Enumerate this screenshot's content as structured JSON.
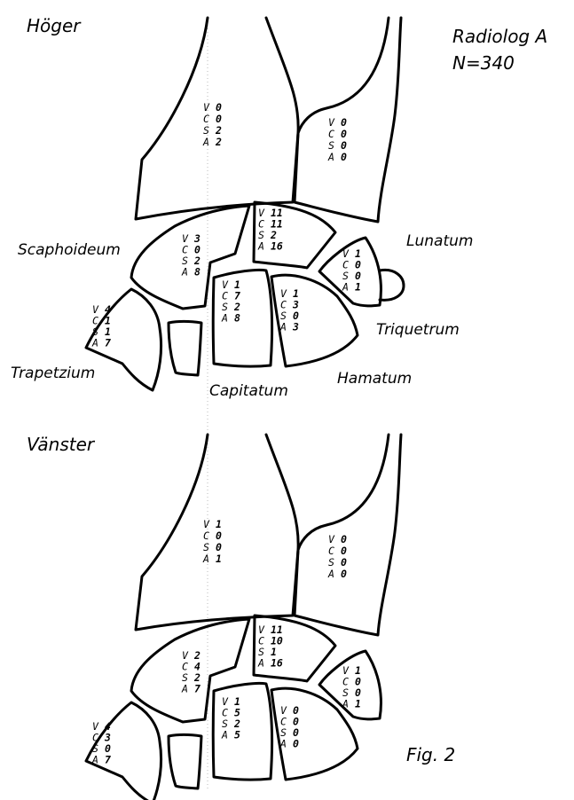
{
  "header": {
    "author": "Radiolog A",
    "sample": "N=340"
  },
  "footer": {
    "figure_label": "Fig. 2"
  },
  "sides": [
    {
      "title": "Höger",
      "bones": [
        {
          "id": "radius",
          "label": "",
          "v": "0",
          "c": "0",
          "s": "2",
          "a": "2"
        },
        {
          "id": "ulna",
          "label": "",
          "v": "0",
          "c": "0",
          "s": "0",
          "a": "0"
        },
        {
          "id": "lunatum",
          "label": "Lunatum",
          "v": "11",
          "c": "11",
          "s": "2",
          "a": "16"
        },
        {
          "id": "scaphoideum",
          "label": "Scaphoideum",
          "v": "3",
          "c": "0",
          "s": "2",
          "a": "8"
        },
        {
          "id": "triquetrum",
          "label": "Triquetrum",
          "v": "1",
          "c": "0",
          "s": "0",
          "a": "1"
        },
        {
          "id": "trapetzium",
          "label": "Trapetzium",
          "v": "4",
          "c": "1",
          "s": "1",
          "a": "7"
        },
        {
          "id": "capitatum",
          "label": "Capitatum",
          "v": "1",
          "c": "7",
          "s": "2",
          "a": "8"
        },
        {
          "id": "hamatum",
          "label": "Hamatum",
          "v": "1",
          "c": "3",
          "s": "0",
          "a": "3"
        }
      ]
    },
    {
      "title": "Vänster",
      "bones": [
        {
          "id": "radius",
          "label": "",
          "v": "1",
          "c": "0",
          "s": "0",
          "a": "1"
        },
        {
          "id": "ulna",
          "label": "",
          "v": "0",
          "c": "0",
          "s": "0",
          "a": "0"
        },
        {
          "id": "lunatum",
          "label": "",
          "v": "11",
          "c": "10",
          "s": "1",
          "a": "16"
        },
        {
          "id": "scaphoideum",
          "label": "",
          "v": "2",
          "c": "4",
          "s": "2",
          "a": "7"
        },
        {
          "id": "triquetrum",
          "label": "",
          "v": "1",
          "c": "0",
          "s": "0",
          "a": "1"
        },
        {
          "id": "trapetzium",
          "label": "",
          "v": "4",
          "c": "3",
          "s": "0",
          "a": "7"
        },
        {
          "id": "capitatum",
          "label": "",
          "v": "1",
          "c": "5",
          "s": "2",
          "a": "5"
        },
        {
          "id": "hamatum",
          "label": "",
          "v": "0",
          "c": "0",
          "s": "0",
          "a": "0"
        }
      ]
    }
  ],
  "row_codes": [
    "V",
    "C",
    "S",
    "A"
  ]
}
